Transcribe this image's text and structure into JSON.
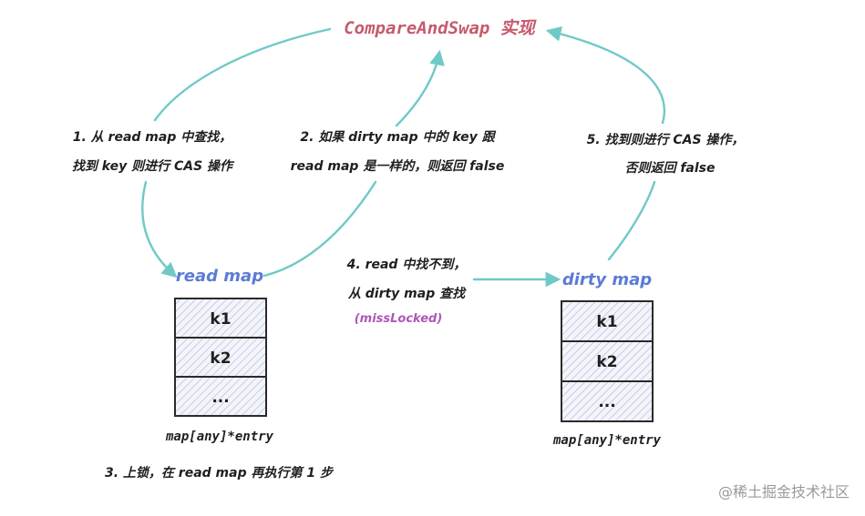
{
  "title": "CompareAndSwap 实现",
  "steps": {
    "step1": [
      "1. 从 read map 中查找，",
      "找到 key 则进行 CAS 操作"
    ],
    "step2": [
      "2. 如果 dirty map 中的 key 跟",
      "read map 是一样的，则返回 false"
    ],
    "step3": "3. 上锁，在 read map 再执行第 1 步",
    "step4": [
      "4. read 中找不到，",
      "从 dirty map 查找"
    ],
    "step4_note": "(missLocked)",
    "step5": [
      "5. 找到则进行 CAS 操作，",
      "否则返回 false"
    ]
  },
  "read_map": {
    "label": "read map",
    "cells": [
      "k1",
      "k2",
      "..."
    ],
    "type": "map[any]*entry"
  },
  "dirty_map": {
    "label": "dirty map",
    "cells": [
      "k1",
      "k2",
      "..."
    ],
    "type": "map[any]*entry"
  },
  "watermark": "@稀土掘金技术社区",
  "colors": {
    "title": "#c75a6c",
    "map_label": "#5b7bd6",
    "arrow": "#6fc9c6",
    "miss_note": "#b056b8"
  }
}
